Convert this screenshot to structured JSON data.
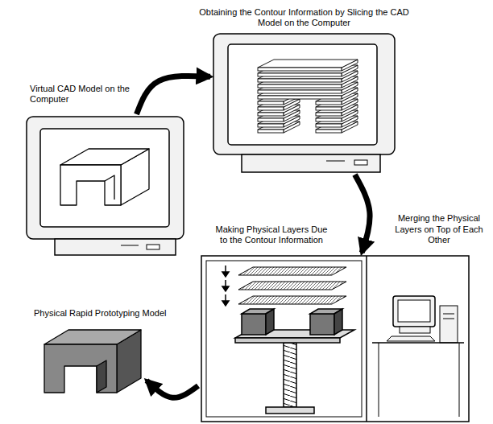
{
  "diagram": {
    "nodes": [
      {
        "text": [
          "Virtual CAD Model on the Computer"
        ]
      },
      {
        "text": [
          "Obtaining the Contour Information by Slicing the CAD Model on the Computer"
        ]
      },
      {
        "text": [
          "Making Physical Layers Due to the Contour Information",
          "Merging the Physical Layers on Top of Each Other"
        ]
      },
      {
        "text": [
          "Physical Rapid Prototyping Model"
        ]
      }
    ],
    "edges": [
      {
        "from": 0,
        "to": 1,
        "arrow": "to"
      },
      {
        "from": 1,
        "to": 2,
        "arrow": "to"
      },
      {
        "from": 2,
        "to": 3,
        "arrow": "to"
      }
    ]
  }
}
